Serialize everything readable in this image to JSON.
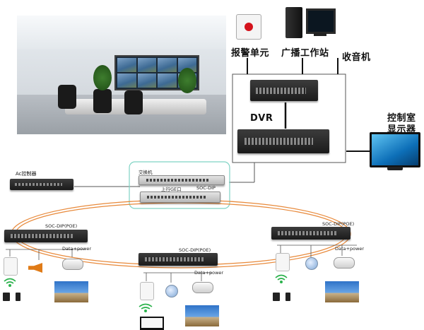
{
  "labels": {
    "alarm_unit": "报警单元",
    "broadcast_station": "广播工作站",
    "radio": "收音机",
    "dvr": "DVR",
    "control_room_monitor_line1": "控制室",
    "control_room_monitor_line2": "显示器",
    "ac_controller": "Ac控制器",
    "switch": "交换机",
    "uplink": "上行GE口",
    "soc_dip_core": "SOC-DIP",
    "soc_dip_poe_left": "SOC-DIP(POE)",
    "soc_dip_poe_middle": "SOC-DIP(POE)",
    "soc_dip_poe_right": "SOC-DIP(POE)",
    "data_power_left": "Data+power",
    "data_power_middle": "Data+power",
    "data_power_right": "Data+power"
  },
  "colors": {
    "ring_line": "#e8893a",
    "highlight_box": "#7fd3c4",
    "alarm_button": "#d4121c",
    "monitor_screen": "#0d6fb8"
  },
  "icons": [
    "alarm-button-icon",
    "workstation-icon",
    "radio-icon",
    "dvr-device",
    "monitor-icon",
    "switch-device",
    "wireless-ap-icon",
    "ip-camera-icon",
    "dome-camera-icon",
    "speaker-icon",
    "wifi-icon",
    "laptop-icon",
    "temple-photo"
  ]
}
